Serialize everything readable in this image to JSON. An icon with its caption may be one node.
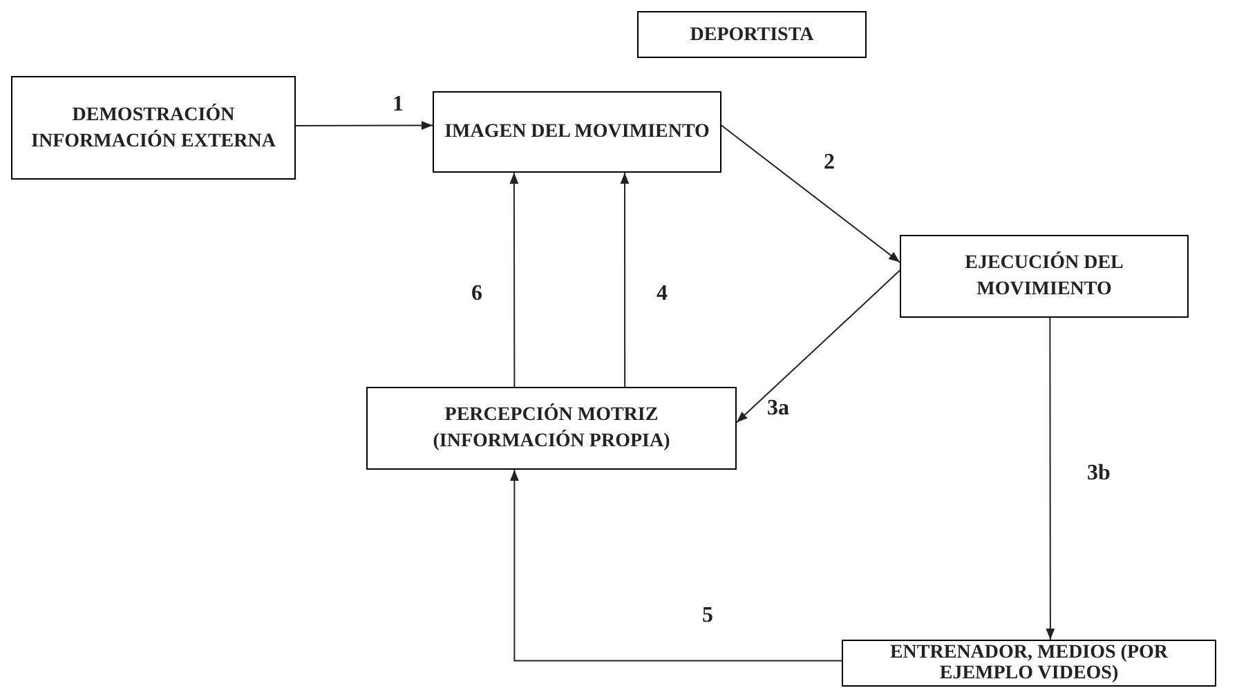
{
  "diagram": {
    "nodes": [
      {
        "text": [
          "DEPORTISTA"
        ]
      },
      {
        "text": [
          "DEMOSTRACIÓN INFORMACIÓN EXTERNA"
        ]
      },
      {
        "text": [
          "IMAGEN DEL MOVIMIENTO"
        ]
      },
      {
        "text": [
          "EJECUCIÓN DEL MOVIMIENTO"
        ]
      },
      {
        "text": [
          "PERCEPCIÓN MOTRIZ (INFORMACIÓN PROPIA)"
        ]
      },
      {
        "text": [
          "ENTRENADOR,  MEDIOS (POR EJEMPLO VIDEOS)"
        ]
      }
    ],
    "edges": [
      {
        "from": 1,
        "to": 2,
        "arrow": "to",
        "label": "1"
      },
      {
        "from": 2,
        "to": 3,
        "arrow": "to",
        "label": "2"
      },
      {
        "from": 3,
        "to": 4,
        "arrow": "to",
        "label": "3a"
      },
      {
        "from": 3,
        "to": 5,
        "arrow": "to",
        "label": "3b"
      },
      {
        "from": 5,
        "to": 4,
        "arrow": "to",
        "label": "5"
      },
      {
        "from": 4,
        "to": 2,
        "arrow": "to",
        "label": "6"
      },
      {
        "from": 4,
        "to": 2,
        "arrow": "to",
        "label": "4"
      }
    ]
  }
}
